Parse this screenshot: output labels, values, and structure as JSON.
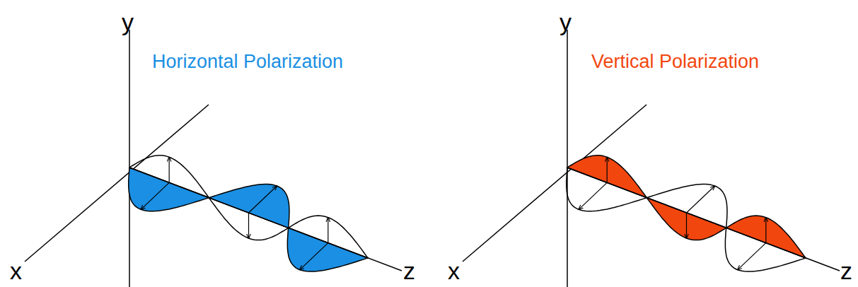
{
  "diagram": {
    "labels": [
      "y",
      "Horizontal Polarization",
      "x",
      "z",
      "y",
      "Vertical Polarization",
      "x",
      "z"
    ]
  }
}
